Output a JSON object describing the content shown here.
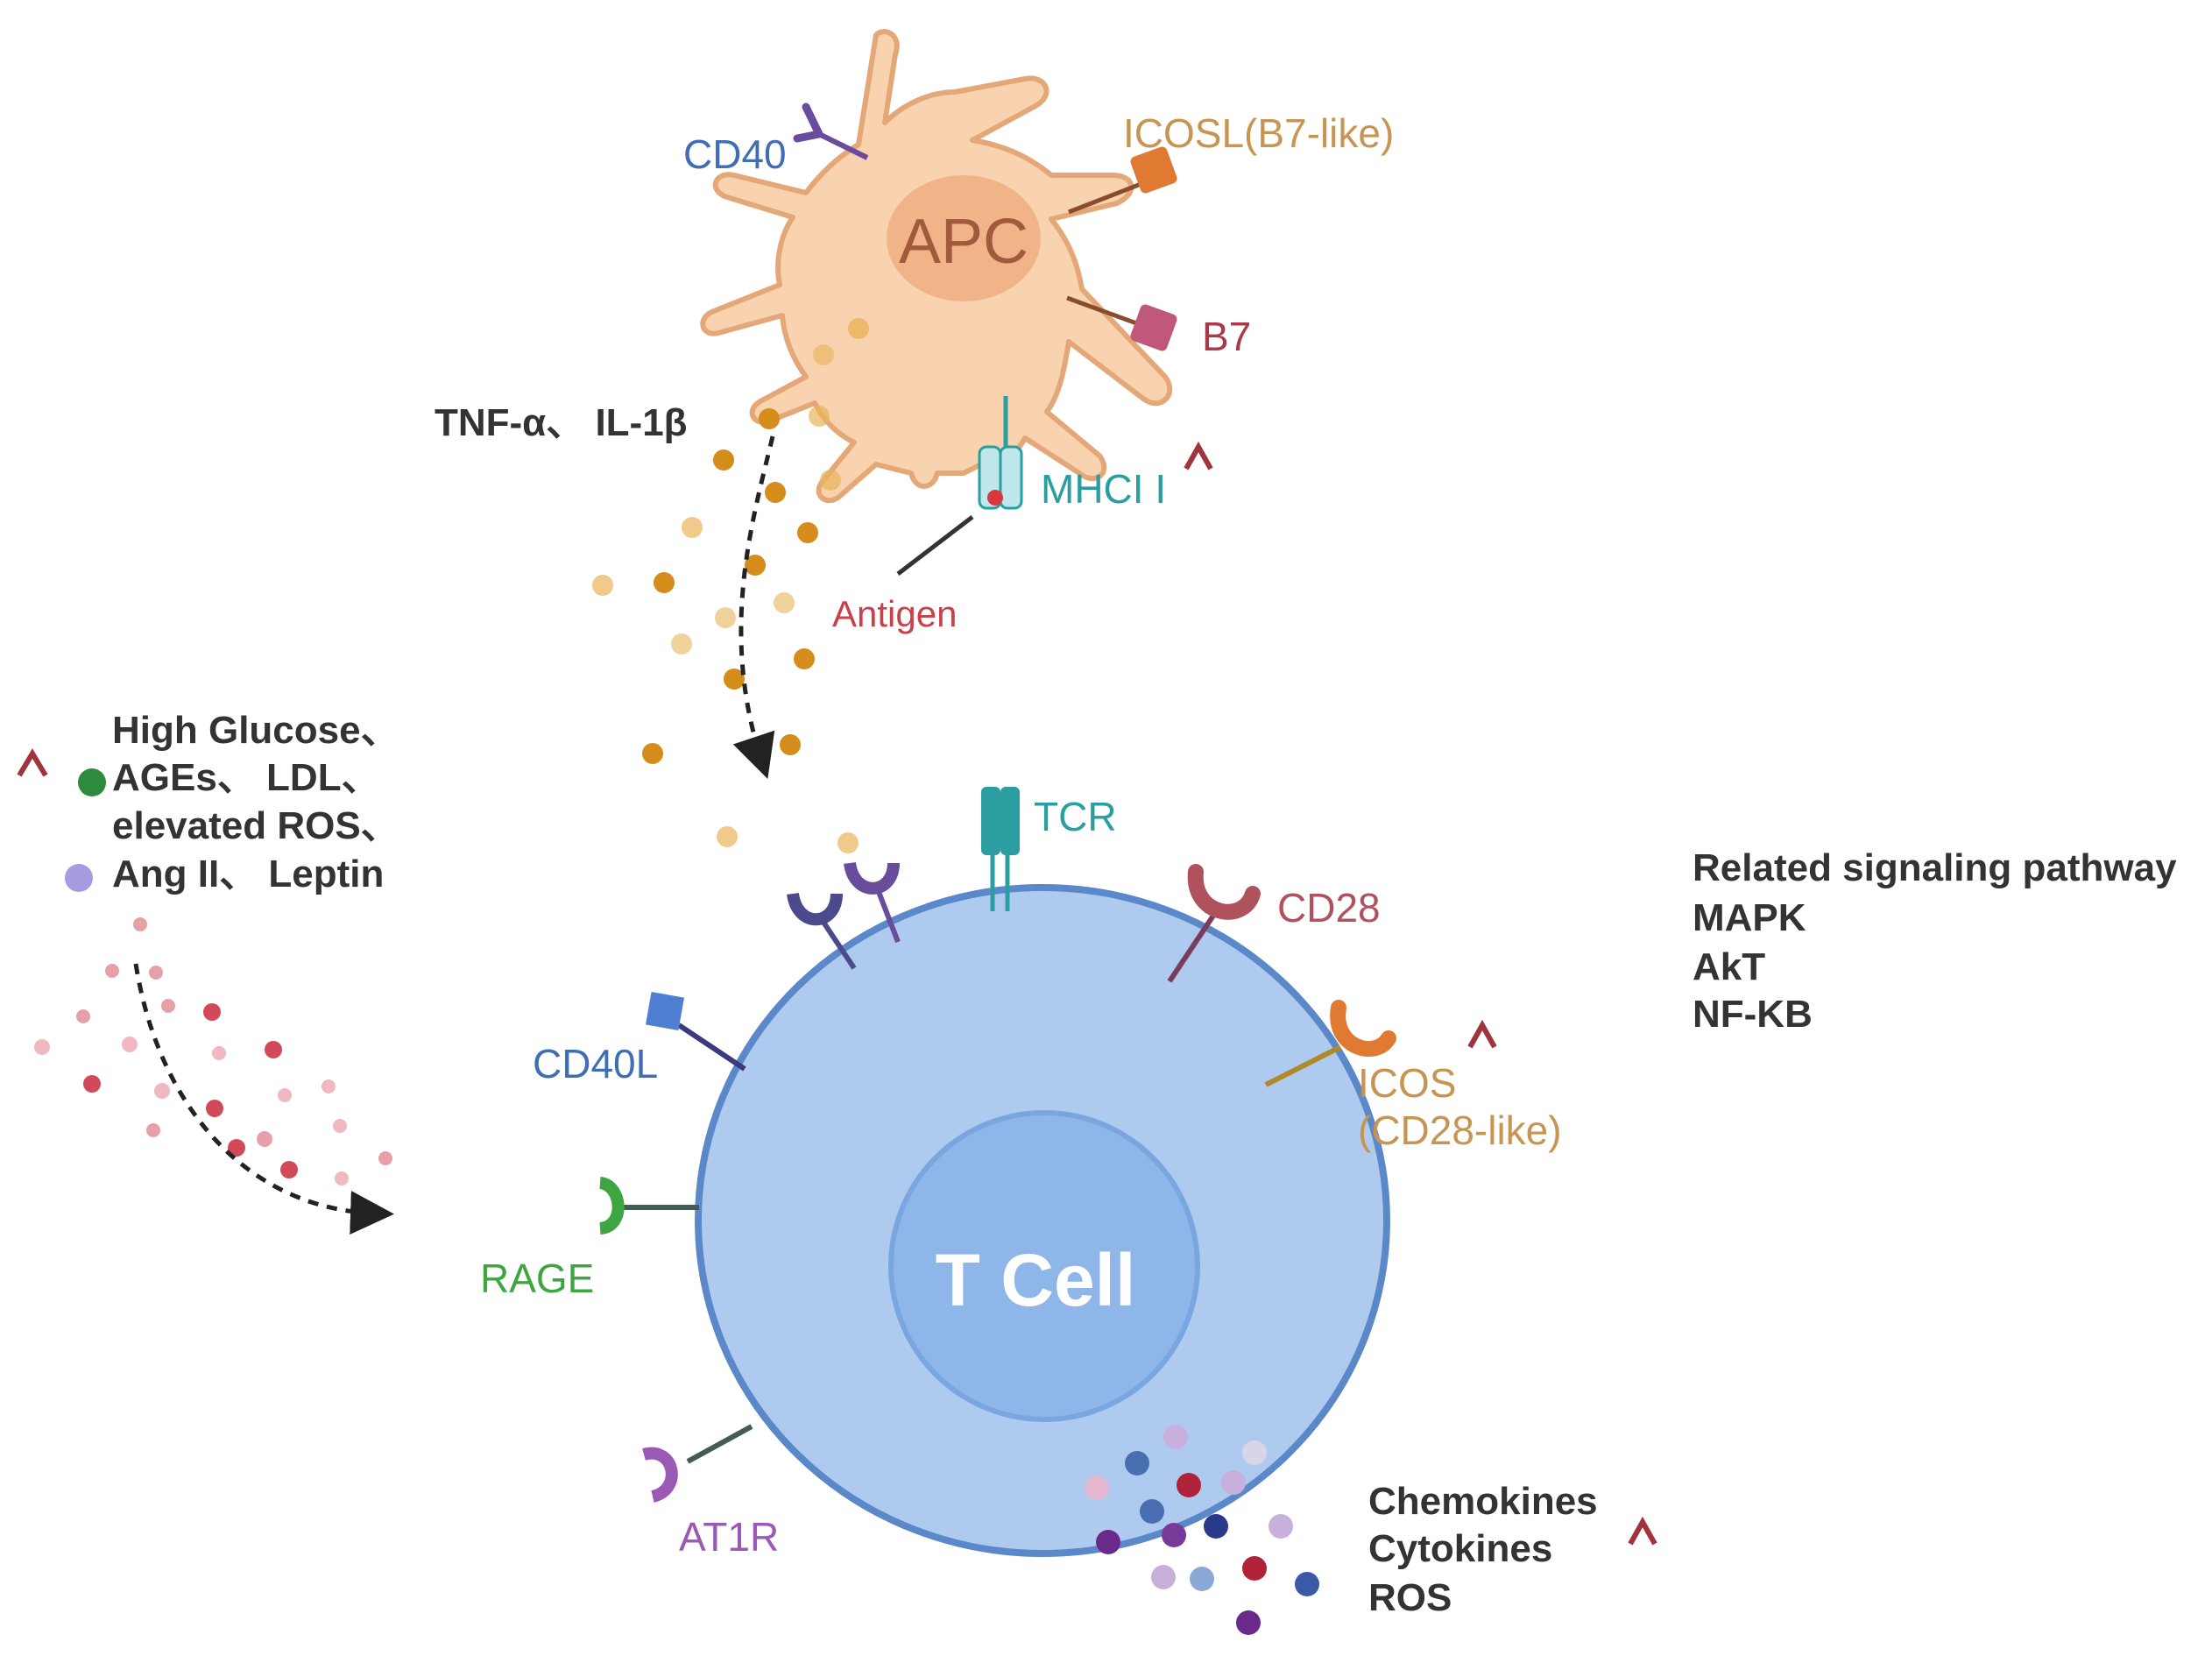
{
  "apc": {
    "label": "APC",
    "receptors": {
      "cd40": "CD40",
      "icosl": "ICOSL(B7-like)",
      "b7": "B7",
      "mhc": "MHCI I",
      "antigen": "Antigen"
    }
  },
  "cytokines_label": "TNF-α、 IL-1β",
  "risk_factors": {
    "line1": "High Glucose、",
    "line2": "AGEs、 LDL、",
    "line3": "elevated ROS、",
    "line4": "Ang II、 Leptin"
  },
  "tcell": {
    "label": "T Cell",
    "receptors": {
      "tcr": "TCR",
      "cd28": "CD28",
      "icos_line1": "ICOS",
      "icos_line2": "(CD28-like)",
      "cd40l": "CD40L",
      "rage": "RAGE",
      "at1r": "AT1R"
    }
  },
  "pathway": {
    "title": "Related signaling pathway",
    "items": [
      "MAPK",
      "AkT",
      "NF-KB"
    ]
  },
  "outputs": {
    "items": [
      "Chemokines",
      "Cytokines",
      "ROS"
    ]
  },
  "colors": {
    "apc_body": "#f9d3b0",
    "apc_outline": "#e4a878",
    "apc_nucleus": "#f0b488",
    "tcell_body": "#aecbef",
    "tcell_outline": "#5b88c8",
    "tcell_nucleus": "#8fb6e8",
    "up_arrow": "#a0343c",
    "teal": "#2a9ea0",
    "cd40_blue": "#3f6fb2",
    "icosl_orange": "#c79552",
    "b7_red": "#a83a4c",
    "antigen_red": "#c9414a",
    "rage_green": "#3fa540",
    "at1r_purple": "#9b59b6",
    "cd28_red": "#b0515e",
    "dark_text": "#333333"
  }
}
